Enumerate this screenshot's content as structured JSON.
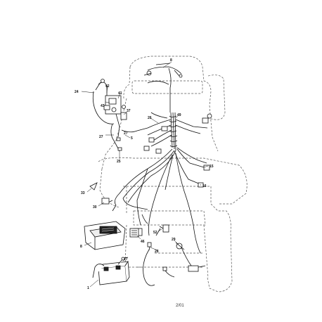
{
  "diagram": {
    "page_number": "2/01",
    "callouts": [
      {
        "id": "c8a",
        "text": "8"
      },
      {
        "id": "c24",
        "text": "24"
      },
      {
        "id": "c42",
        "text": "42"
      },
      {
        "id": "c43",
        "text": "43"
      },
      {
        "id": "c41",
        "text": "41"
      },
      {
        "id": "c37",
        "text": "37"
      },
      {
        "id": "c27a",
        "text": "27"
      },
      {
        "id": "c27b",
        "text": "27"
      },
      {
        "id": "c5",
        "text": "5"
      },
      {
        "id": "c25",
        "text": "25"
      },
      {
        "id": "c26",
        "text": "26"
      },
      {
        "id": "c49",
        "text": "49"
      },
      {
        "id": "c15",
        "text": "15"
      },
      {
        "id": "c16",
        "text": "16"
      },
      {
        "id": "c33",
        "text": "33"
      },
      {
        "id": "c30",
        "text": "30"
      },
      {
        "id": "c52",
        "text": "52"
      },
      {
        "id": "c8b",
        "text": "8"
      },
      {
        "id": "c46",
        "text": "46"
      },
      {
        "id": "c28",
        "text": "28"
      },
      {
        "id": "c29",
        "text": "29"
      },
      {
        "id": "c27c",
        "text": "27"
      },
      {
        "id": "c1",
        "text": "1"
      }
    ]
  }
}
